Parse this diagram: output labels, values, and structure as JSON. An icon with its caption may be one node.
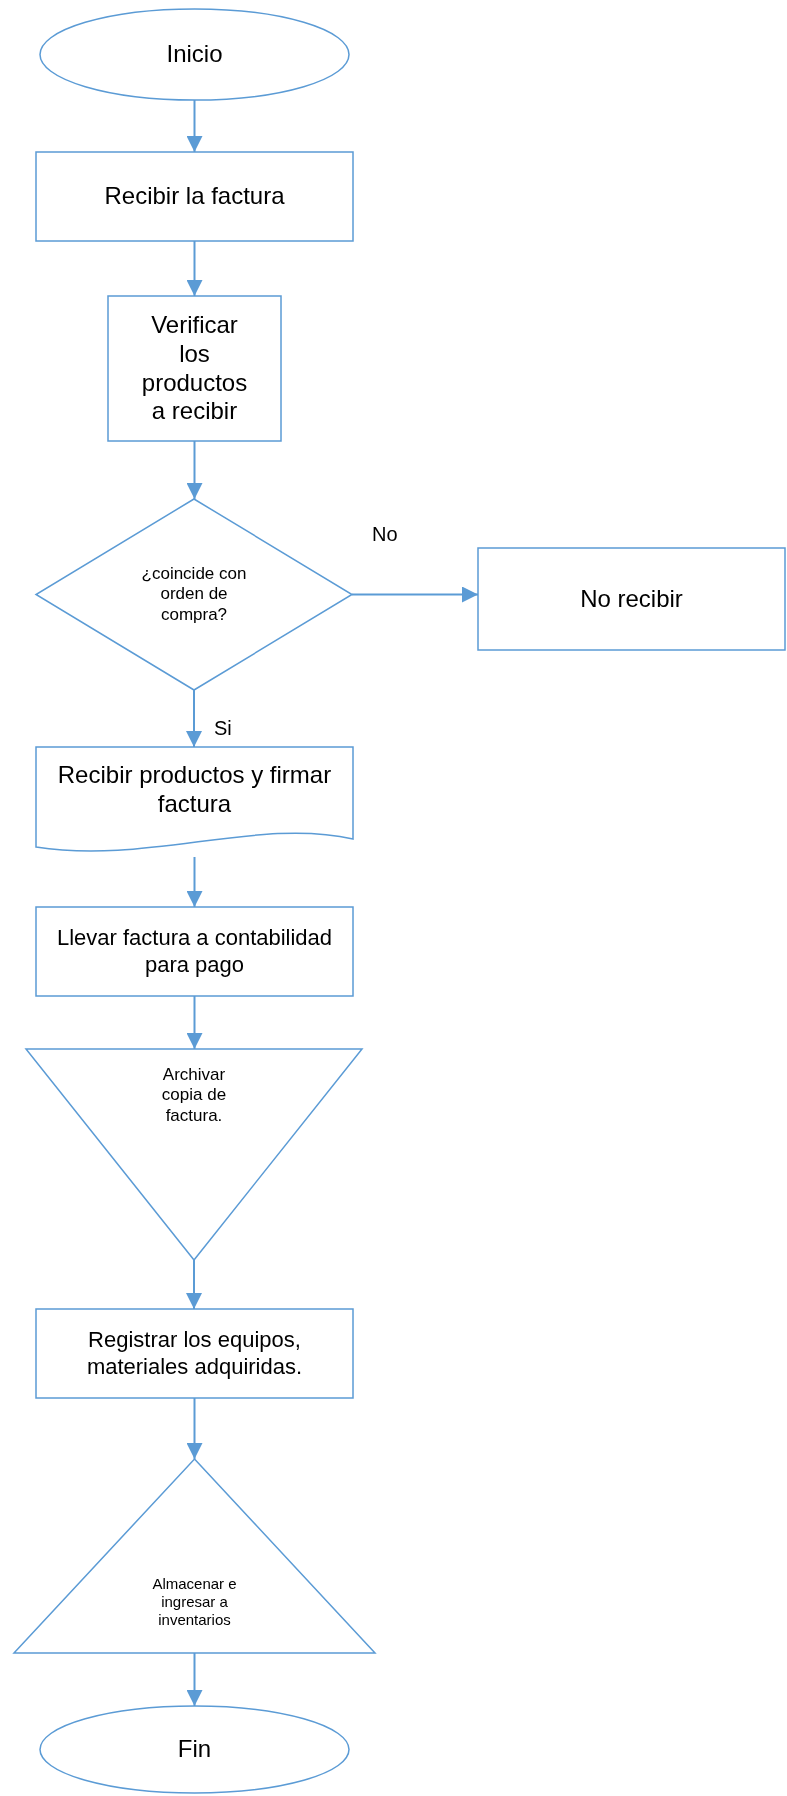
{
  "diagram": {
    "nodes": [
      {
        "text": [
          "Inicio"
        ]
      },
      {
        "text": [
          "Recibir la factura"
        ]
      },
      {
        "text": [
          "Verificar los productos a recibir"
        ]
      },
      {
        "text": [
          "¿coincide con orden de compra?"
        ]
      },
      {
        "text": [
          "No recibir"
        ]
      },
      {
        "text": [
          "Recibir productos y firmar factura"
        ]
      },
      {
        "text": [
          "Llevar factura a contabilidad para pago"
        ]
      },
      {
        "text": [
          "Archivar copia de factura."
        ]
      },
      {
        "text": [
          "Registrar los equipos, materiales adquiridas."
        ]
      },
      {
        "text": [
          "Almacenar e ingresar a inventarios"
        ]
      },
      {
        "text": [
          "Fin"
        ]
      }
    ],
    "edges": [
      {
        "from": 0,
        "to": 1,
        "arrow": "to"
      },
      {
        "from": 1,
        "to": 2,
        "arrow": "to"
      },
      {
        "from": 2,
        "to": 3,
        "arrow": "to"
      },
      {
        "from": 3,
        "to": 4,
        "arrow": "to",
        "label": "No"
      },
      {
        "from": 3,
        "to": 5,
        "arrow": "to",
        "label": "Si"
      },
      {
        "from": 5,
        "to": 6,
        "arrow": "to"
      },
      {
        "from": 6,
        "to": 7,
        "arrow": "to"
      },
      {
        "from": 7,
        "to": 8,
        "arrow": "to"
      },
      {
        "from": 8,
        "to": 9,
        "arrow": "to"
      },
      {
        "from": 9,
        "to": 10,
        "arrow": "to"
      }
    ]
  }
}
